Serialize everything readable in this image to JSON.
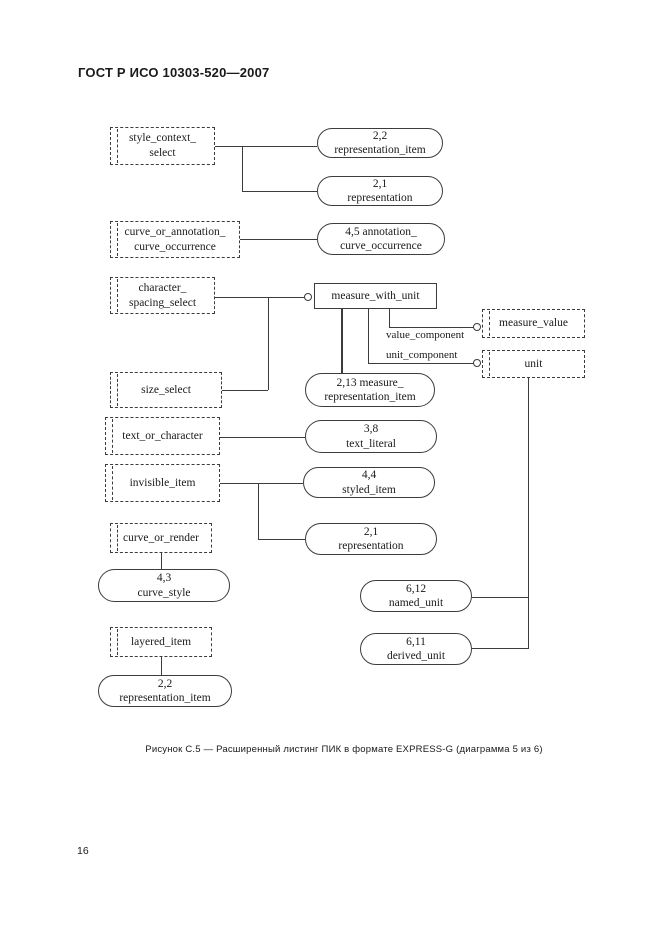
{
  "header": {
    "title": "ГОСТ Р ИСО 10303-520—2007"
  },
  "caption": {
    "text": "Рисунок С.5 — Расширенный листинг ПИК в формате EXPRESS-G (диаграмма 5 из 6)"
  },
  "footer": {
    "page_number": "16"
  },
  "colors": {
    "ink": "#1a1a1a",
    "line": "#3c3c3c",
    "paper": "#ffffff"
  },
  "diagram": {
    "notation": "EXPRESS-G",
    "select_types": {
      "style_context_select": {
        "l1": "style_context_",
        "l2": "select"
      },
      "curve_or_annotation": {
        "l1": "curve_or_annotation_",
        "l2": "curve_occurrence"
      },
      "character_spacing_select": {
        "l1": "character_",
        "l2": "spacing_select"
      },
      "size_select": {
        "l1": "size_select"
      },
      "text_or_character": {
        "l1": "text_or_character"
      },
      "invisible_item": {
        "l1": "invisible_item"
      },
      "curve_or_render": {
        "l1": "curve_or_render"
      },
      "layered_item": {
        "l1": "layered_item"
      },
      "measure_value": {
        "l1": "measure_value"
      },
      "unit": {
        "l1": "unit"
      }
    },
    "entities": {
      "measure_with_unit": {
        "label": "measure_with_unit"
      }
    },
    "page_refs": {
      "representation_item_top": {
        "l1": "2,2",
        "l2": "representation_item"
      },
      "representation_top": {
        "l1": "2,1",
        "l2": "representation"
      },
      "annotation_curve_occurrence": {
        "l1": "4,5 annotation_",
        "l2": "curve_occurrence"
      },
      "measure_representation_item": {
        "l1": "2,13 measure_",
        "l2": "representation_item"
      },
      "text_literal": {
        "l1": "3,8",
        "l2": "text_literal"
      },
      "styled_item": {
        "l1": "4,4",
        "l2": "styled_item"
      },
      "representation_mid": {
        "l1": "2,1",
        "l2": "representation"
      },
      "curve_style": {
        "l1": "4,3",
        "l2": "curve_style"
      },
      "representation_item_bottom": {
        "l1": "2,2",
        "l2": "representation_item"
      },
      "named_unit": {
        "l1": "6,12",
        "l2": "named_unit"
      },
      "derived_unit": {
        "l1": "6,11",
        "l2": "derived_unit"
      }
    },
    "edge_labels": {
      "value_component": "value_component",
      "unit_component": "unit_component"
    }
  }
}
